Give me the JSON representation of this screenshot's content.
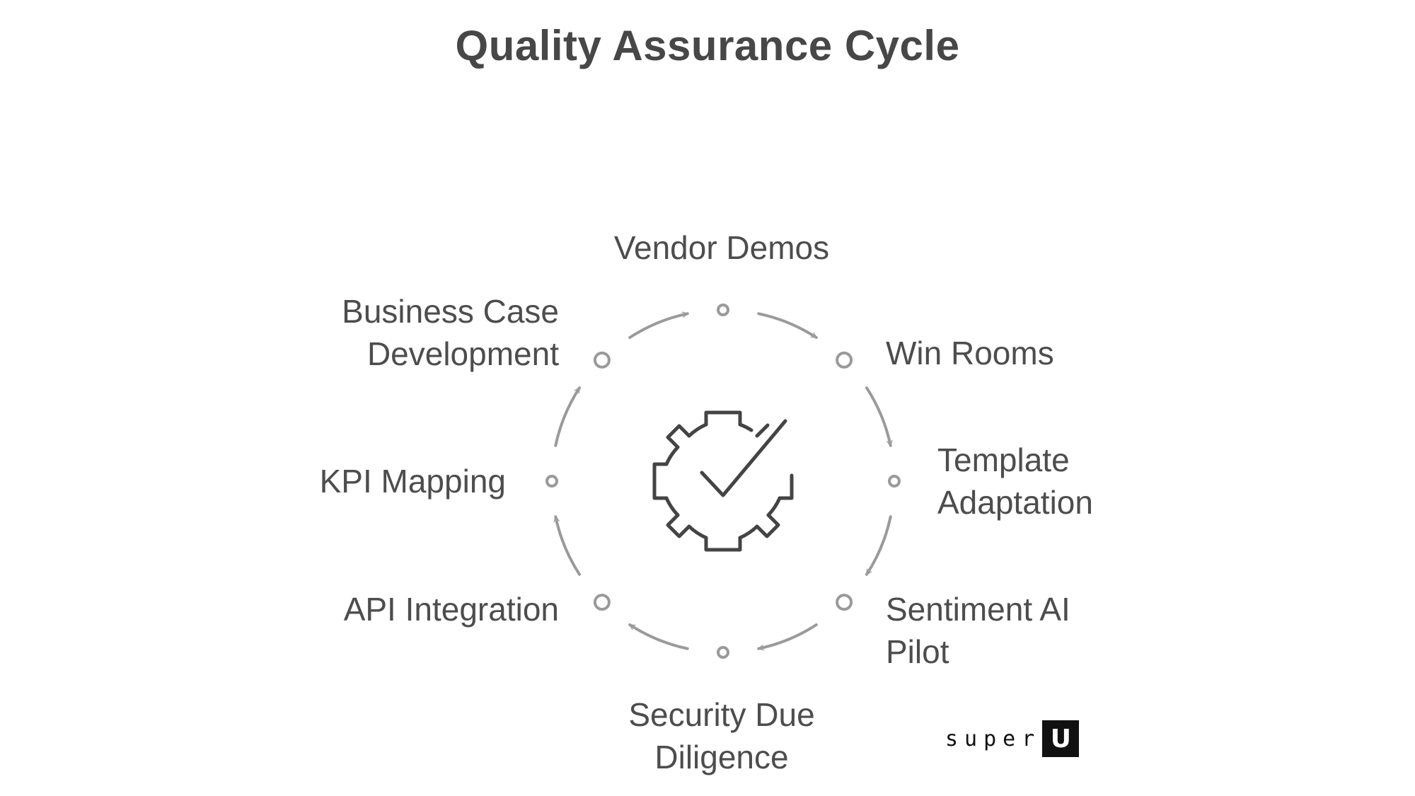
{
  "title": "Quality Assurance Cycle",
  "stages": [
    {
      "lines": [
        "Vendor Demos"
      ]
    },
    {
      "lines": [
        "Win Rooms"
      ]
    },
    {
      "lines": [
        "Template",
        "Adaptation"
      ]
    },
    {
      "lines": [
        "Sentiment AI",
        "Pilot"
      ]
    },
    {
      "lines": [
        "Security Due",
        "Diligence"
      ]
    },
    {
      "lines": [
        "API Integration"
      ]
    },
    {
      "lines": [
        "KPI Mapping"
      ]
    },
    {
      "lines": [
        "Business Case",
        "Development"
      ]
    }
  ],
  "center_icon": "gear-check-icon",
  "brand": {
    "text": "super",
    "mark": "U"
  },
  "colors": {
    "title": "#474747",
    "label": "#4d4d4d",
    "ring": "#9a9a9a",
    "icon": "#444444",
    "brand": "#111111"
  }
}
